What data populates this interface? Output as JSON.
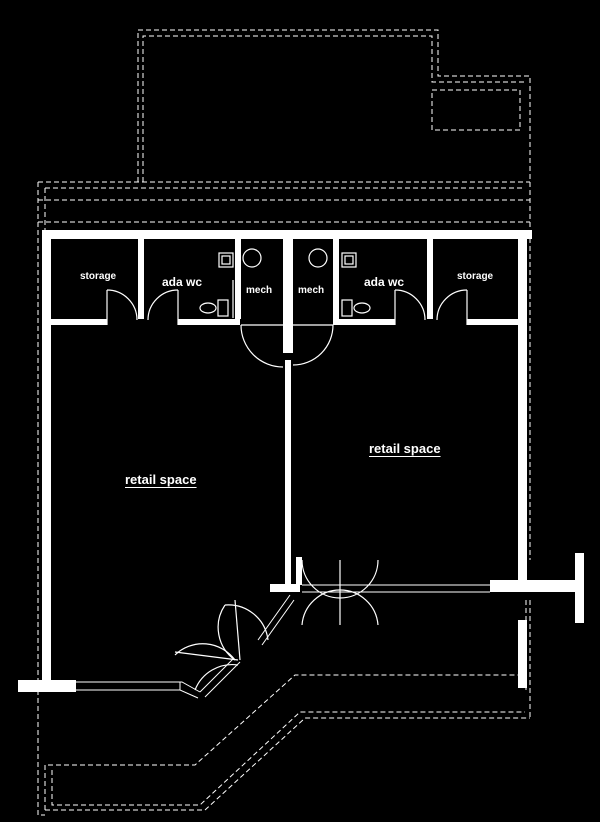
{
  "colors": {
    "background": "#000000",
    "wall": "#ffffff",
    "outline": "#ffffff"
  },
  "rooms": {
    "storage_left": "storage",
    "ada_wc_left": "ada wc",
    "mech_left": "mech",
    "mech_right": "mech",
    "ada_wc_right": "ada wc",
    "storage_right": "storage",
    "retail_left": "retail space",
    "retail_right": "retail space"
  }
}
